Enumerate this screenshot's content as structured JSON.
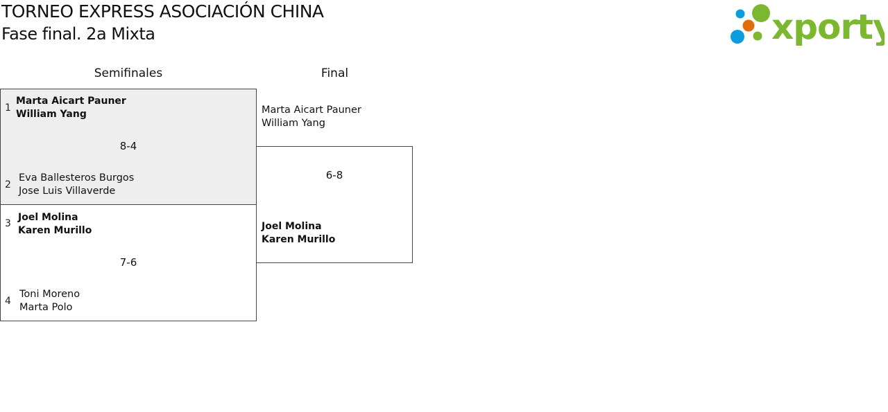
{
  "header": {
    "title": "TORNEO EXPRESS ASOCIACIÓN CHINA",
    "subtitle": "Fase final. 2a Mixta",
    "logo_text": "xporty"
  },
  "rounds": {
    "semis": "Semifinales",
    "final": "Final"
  },
  "semis": [
    {
      "score": "8-4",
      "team1": {
        "seed": "1",
        "p1": "Marta Aicart Pauner",
        "p2": "William Yang"
      },
      "team2": {
        "seed": "2",
        "p1": "Eva Ballesteros Burgos",
        "p2": "Jose Luis Villaverde"
      }
    },
    {
      "score": "7-6",
      "team1": {
        "seed": "3",
        "p1": "Joel Molina",
        "p2": "Karen Murillo"
      },
      "team2": {
        "seed": "4",
        "p1": "Toni Moreno",
        "p2": "Marta Polo"
      }
    }
  ],
  "final": {
    "score": "6-8",
    "team1": {
      "p1": "Marta Aicart Pauner",
      "p2": "William Yang"
    },
    "team2": {
      "p1": "Joel Molina",
      "p2": "Karen Murillo"
    }
  },
  "colors": {
    "green": "#7cb82f",
    "orange": "#e36c0a",
    "blue": "#0a9de0",
    "grey_bg": "#eeeeee"
  }
}
